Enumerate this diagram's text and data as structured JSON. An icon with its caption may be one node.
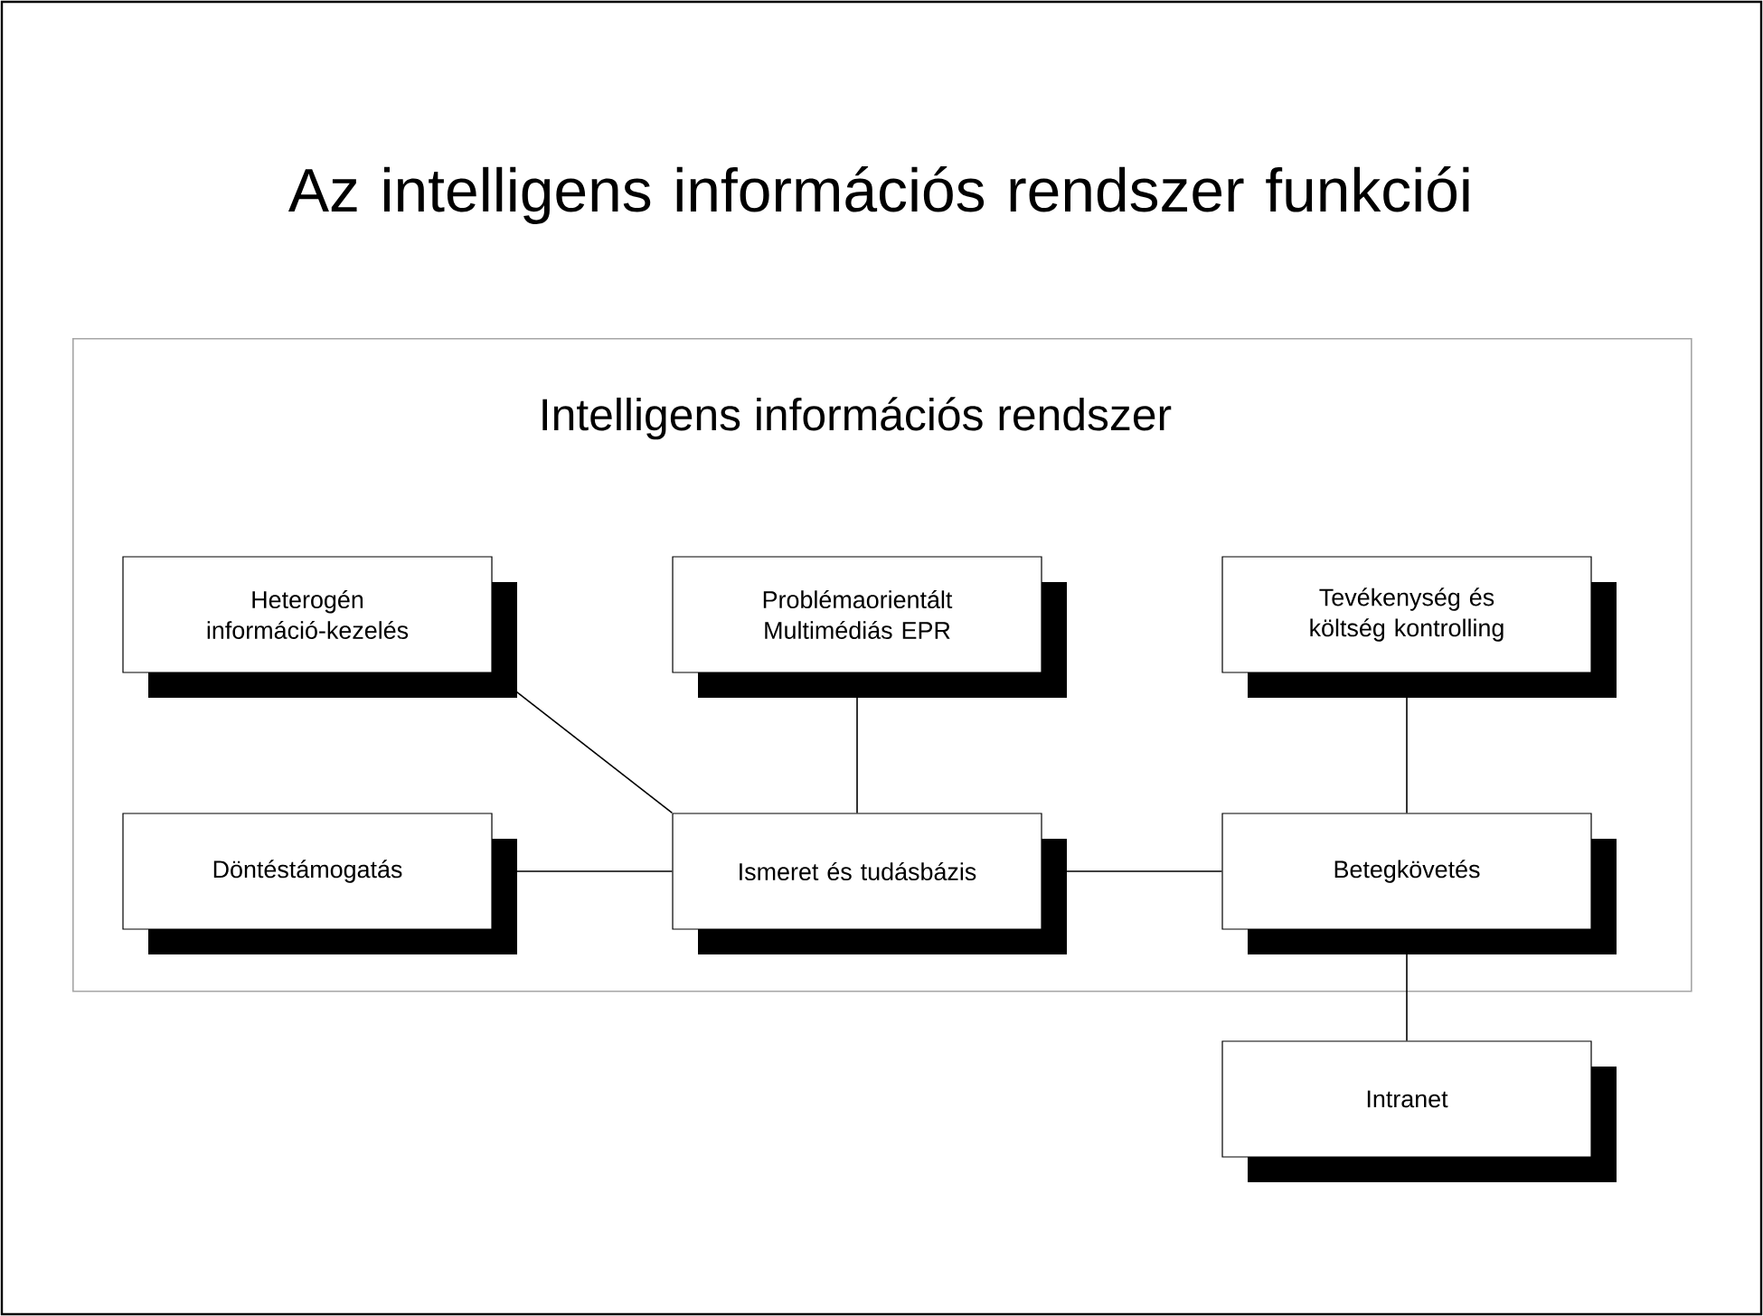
{
  "diagram": {
    "title": "Az intelligens információs rendszer funkciói",
    "nodes": [
      {
        "text": [
          "Intelligens információs rendszer"
        ]
      },
      {
        "text": [
          "Heterogén információ-kezelés"
        ],
        "in": 0
      },
      {
        "text": [
          "Problémaorientált Multimédiás EPR"
        ],
        "in": 0
      },
      {
        "text": [
          "Tevékenység és költség kontrolling"
        ],
        "in": 0
      },
      {
        "text": [
          "Döntéstámogatás"
        ],
        "in": 0
      },
      {
        "text": [
          "Ismeret és tudásbázis"
        ],
        "in": 0
      },
      {
        "text": [
          "Betegkövetés"
        ],
        "in": 0
      },
      {
        "text": [
          "Intranet"
        ]
      }
    ],
    "edges": [
      {
        "from": 1,
        "to": 5,
        "arrow": "none"
      },
      {
        "from": 2,
        "to": 5,
        "arrow": "none"
      },
      {
        "from": 3,
        "to": 6,
        "arrow": "none"
      },
      {
        "from": 4,
        "to": 5,
        "arrow": "none"
      },
      {
        "from": 5,
        "to": 6,
        "arrow": "none"
      },
      {
        "from": 6,
        "to": 7,
        "arrow": "none"
      }
    ]
  }
}
